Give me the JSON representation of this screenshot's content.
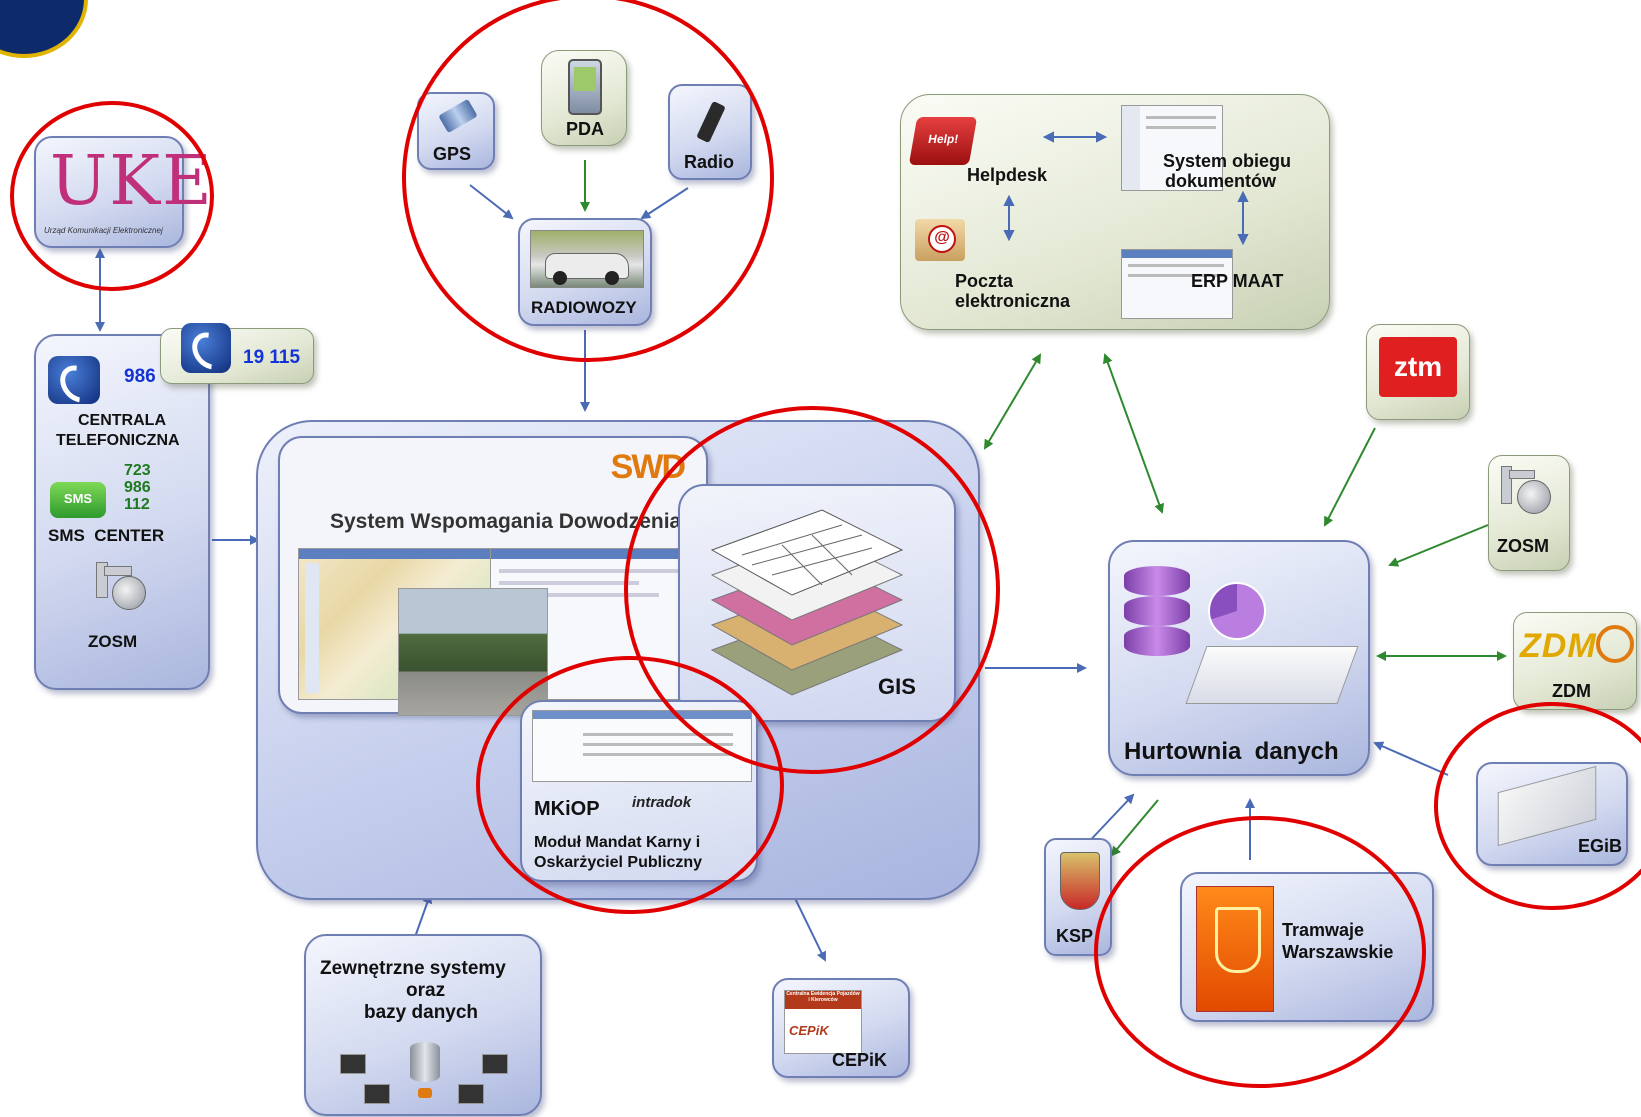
{
  "uke": {
    "logo_text": "UKE",
    "caption": "Urząd Komunikacji Elektronicznej"
  },
  "inputs": {
    "gps": "GPS",
    "pda": "PDA",
    "radio": "Radio",
    "radiowozy": "RADIOWOZY"
  },
  "centrala": {
    "n986": "986",
    "n19115": "19 115",
    "title_line1": "CENTRALA",
    "title_line2": "TELEFONICZNA",
    "sms_numbers": [
      "723",
      "986",
      "112"
    ],
    "sms_icon": "SMS",
    "sms_center": "SMS  CENTER",
    "zosm": "ZOSM"
  },
  "swd": {
    "logo": "SWD",
    "title": "System Wspomagania Dowodzenia",
    "gis": "GIS",
    "mkiop": "MKiOP",
    "intradok": "intradok",
    "mkiop_desc_line1": "Moduł Mandat Karny i",
    "mkiop_desc_line2": "Oskarżyciel Publiczny"
  },
  "office": {
    "helpdesk": "Helpdesk",
    "help_key": "Help!",
    "sod_line1": "System obiegu",
    "sod_line2": "dokumentów",
    "poczta_line1": "Poczta",
    "poczta_line2": "elektroniczna",
    "erp": "ERP MAAT"
  },
  "right": {
    "ztm": "ztm",
    "zosm": "ZOSM",
    "zdm_logo": "ZDM",
    "zdm": "ZDM",
    "hurtownia": "Hurtownia  danych",
    "egib": "EGiB",
    "ksp": "KSP",
    "tramwaje_line1": "Tramwaje",
    "tramwaje_line2": "Warszawskie"
  },
  "external": {
    "line1": "Zewnętrzne systemy",
    "line2": "oraz",
    "line3": "bazy danych"
  },
  "cepik": {
    "header": "Centralna Ewidencja Pojazdów i Kierowców",
    "logo": "CEPiK",
    "label": "CEPiK"
  },
  "colors": {
    "highlight": "#e00000",
    "blue_arrow": "#4a6bb5",
    "green_arrow": "#2f8a2f",
    "box_border": "#6f7fb3"
  }
}
